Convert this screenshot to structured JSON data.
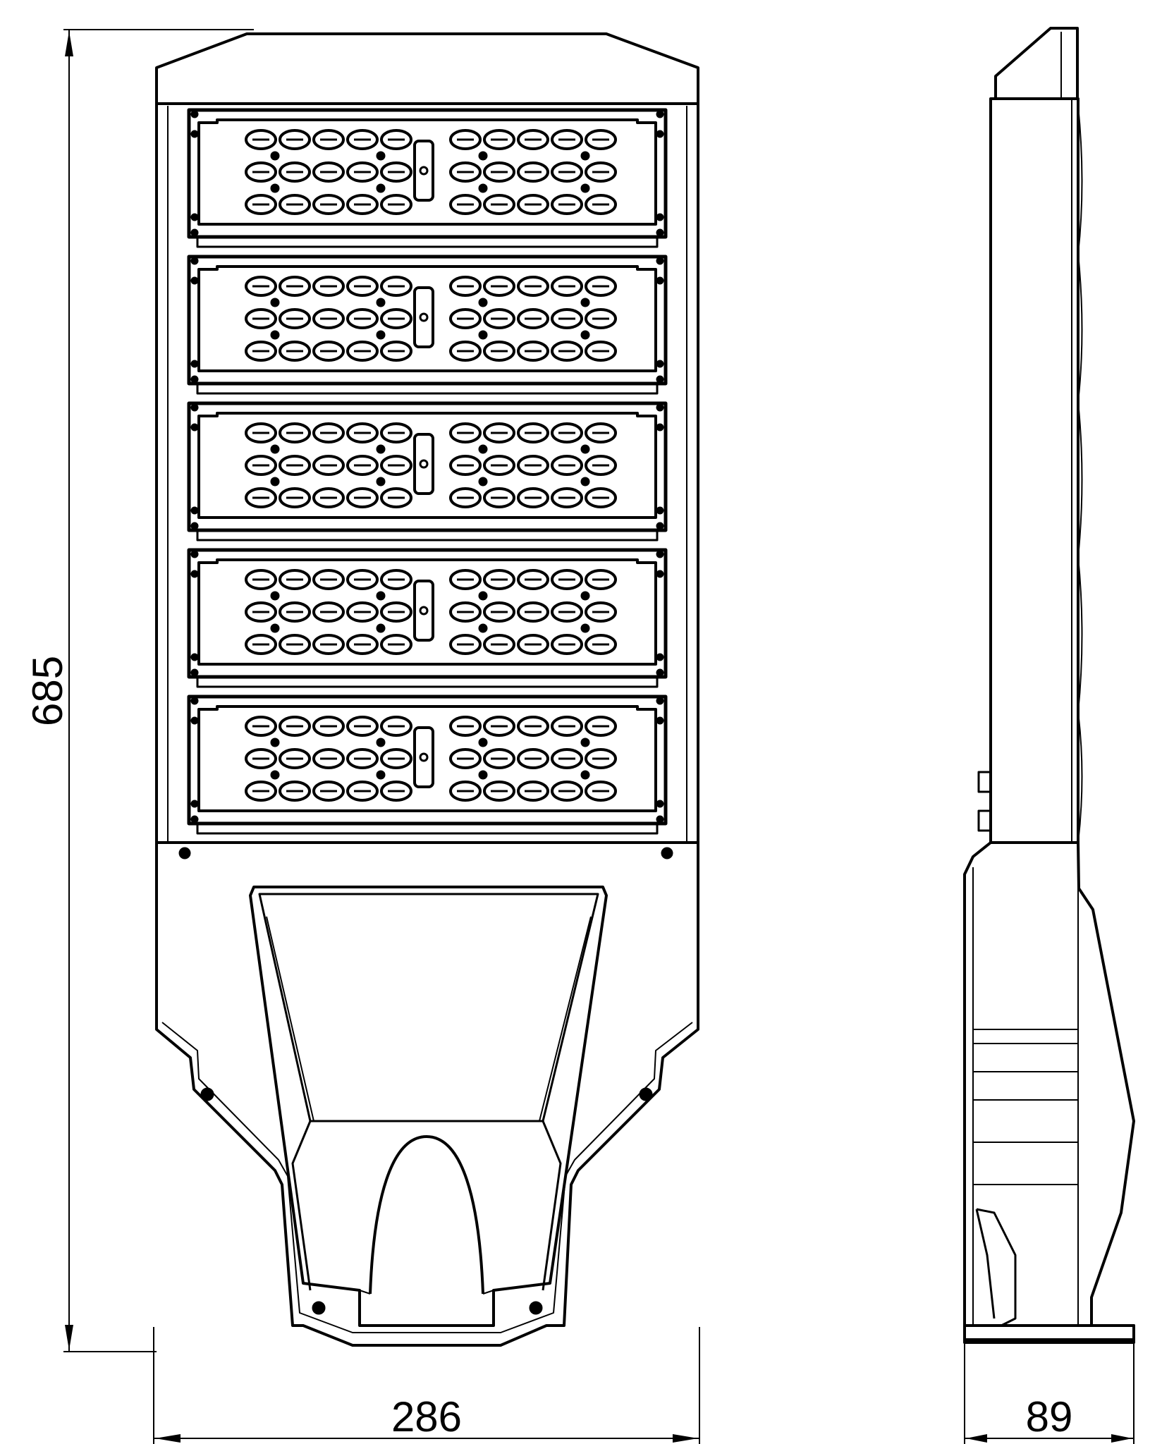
{
  "drawing": {
    "dimensions": {
      "height": "685",
      "width": "286",
      "depth": "89"
    },
    "led_module_count": 5,
    "colors": {
      "line": "#000000",
      "background": "#ffffff"
    }
  }
}
